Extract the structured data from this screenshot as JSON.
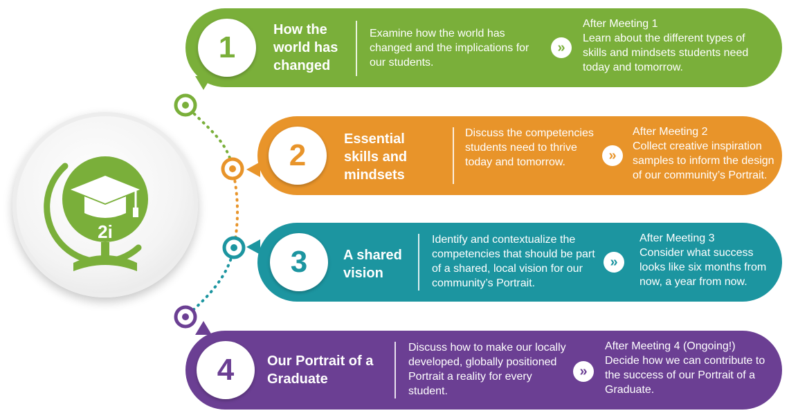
{
  "logo": {
    "text": "2i"
  },
  "colors": {
    "green": "#7aaf3a",
    "orange": "#e8942a",
    "teal": "#1c95a0",
    "purple": "#6b3f93"
  },
  "steps": [
    {
      "number": "1",
      "title": "How the world has changed",
      "description": "Examine how the world has changed and the implications for our students.",
      "after_heading": "After Meeting 1",
      "after_text": "Learn about the different types of skills and mindsets students need today and tomorrow."
    },
    {
      "number": "2",
      "title": "Essential skills and mindsets",
      "description": "Discuss the competencies students need to thrive today and tomorrow.",
      "after_heading": "After Meeting 2",
      "after_text": "Collect creative inspiration samples to inform the design of our community’s Portrait."
    },
    {
      "number": "3",
      "title": "A shared vision",
      "description": "Identify and contextualize the competencies that should be part of a shared, local vision for our community’s Portrait.",
      "after_heading": "After Meeting 3",
      "after_text": "Consider what success looks like six months from now, a year from now."
    },
    {
      "number": "4",
      "title": "Our Portrait of a Graduate",
      "description": "Discuss how to make our locally developed, globally positioned Portrait a reality for every student.",
      "after_heading": "After Meeting 4 (Ongoing!)",
      "after_text": "Decide how we can contribute to the success of our Portrait of a Graduate."
    }
  ],
  "arrow_glyph": "»"
}
